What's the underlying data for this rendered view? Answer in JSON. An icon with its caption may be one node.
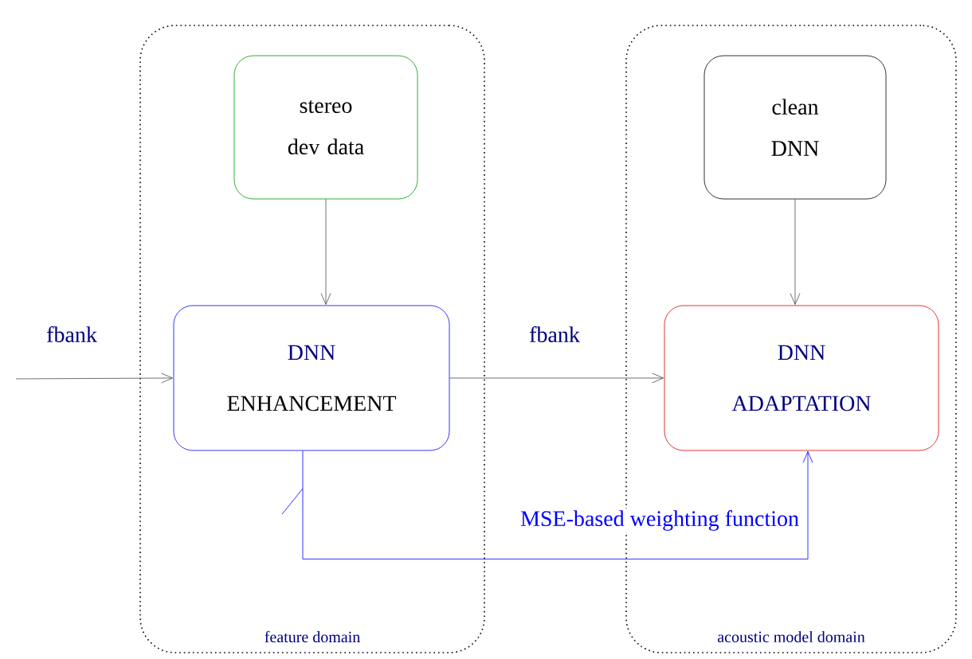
{
  "diagram": {
    "nodes": [
      {
        "text": [
          "feature domain"
        ]
      },
      {
        "text": [
          "acoustic model domain"
        ]
      },
      {
        "text": [
          "stereo dev data"
        ],
        "in": 0
      },
      {
        "text": [
          "DNN",
          "ENHANCEMENT"
        ],
        "in": 0
      },
      {
        "text": [
          "clean DNN"
        ],
        "in": 1
      },
      {
        "text": [
          "DNN",
          "ADAPTATION"
        ],
        "in": 1
      }
    ],
    "edges": [
      {
        "from": null,
        "to": 3,
        "arrow": "to",
        "label": "fbank"
      },
      {
        "from": 2,
        "to": 3,
        "arrow": "to"
      },
      {
        "from": 3,
        "to": 5,
        "arrow": "to",
        "label": "fbank"
      },
      {
        "from": 4,
        "to": 5,
        "arrow": "to"
      },
      {
        "from": 3,
        "to": 5,
        "arrow": "to",
        "label": "MSE-based weighting function",
        "color": "#0000ff"
      }
    ]
  }
}
